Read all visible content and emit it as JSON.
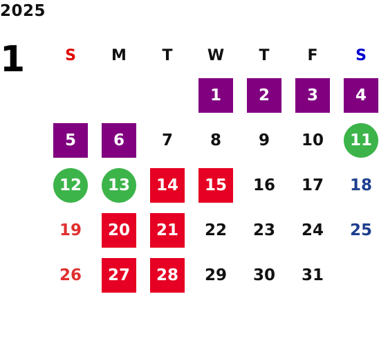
{
  "year": "2025",
  "month": "1",
  "weekdays": [
    "S",
    "M",
    "T",
    "W",
    "T",
    "F",
    "S"
  ],
  "colors": {
    "purple": "#800080",
    "red": "#e60023",
    "green": "#3cb44a"
  },
  "days": [
    {
      "label": "1",
      "style": "purple"
    },
    {
      "label": "2",
      "style": "purple"
    },
    {
      "label": "3",
      "style": "purple"
    },
    {
      "label": "4",
      "style": "purple"
    },
    {
      "label": "5",
      "style": "purple"
    },
    {
      "label": "6",
      "style": "purple"
    },
    {
      "label": "7",
      "style": ""
    },
    {
      "label": "8",
      "style": ""
    },
    {
      "label": "9",
      "style": ""
    },
    {
      "label": "10",
      "style": ""
    },
    {
      "label": "11",
      "style": "green"
    },
    {
      "label": "12",
      "style": "green"
    },
    {
      "label": "13",
      "style": "green"
    },
    {
      "label": "14",
      "style": "red"
    },
    {
      "label": "15",
      "style": "red"
    },
    {
      "label": "16",
      "style": ""
    },
    {
      "label": "17",
      "style": ""
    },
    {
      "label": "18",
      "style": ""
    },
    {
      "label": "19",
      "style": ""
    },
    {
      "label": "20",
      "style": "red"
    },
    {
      "label": "21",
      "style": "red"
    },
    {
      "label": "22",
      "style": ""
    },
    {
      "label": "23",
      "style": ""
    },
    {
      "label": "24",
      "style": ""
    },
    {
      "label": "25",
      "style": ""
    },
    {
      "label": "26",
      "style": ""
    },
    {
      "label": "27",
      "style": "red"
    },
    {
      "label": "28",
      "style": "red"
    },
    {
      "label": "29",
      "style": ""
    },
    {
      "label": "30",
      "style": ""
    },
    {
      "label": "31",
      "style": ""
    }
  ]
}
